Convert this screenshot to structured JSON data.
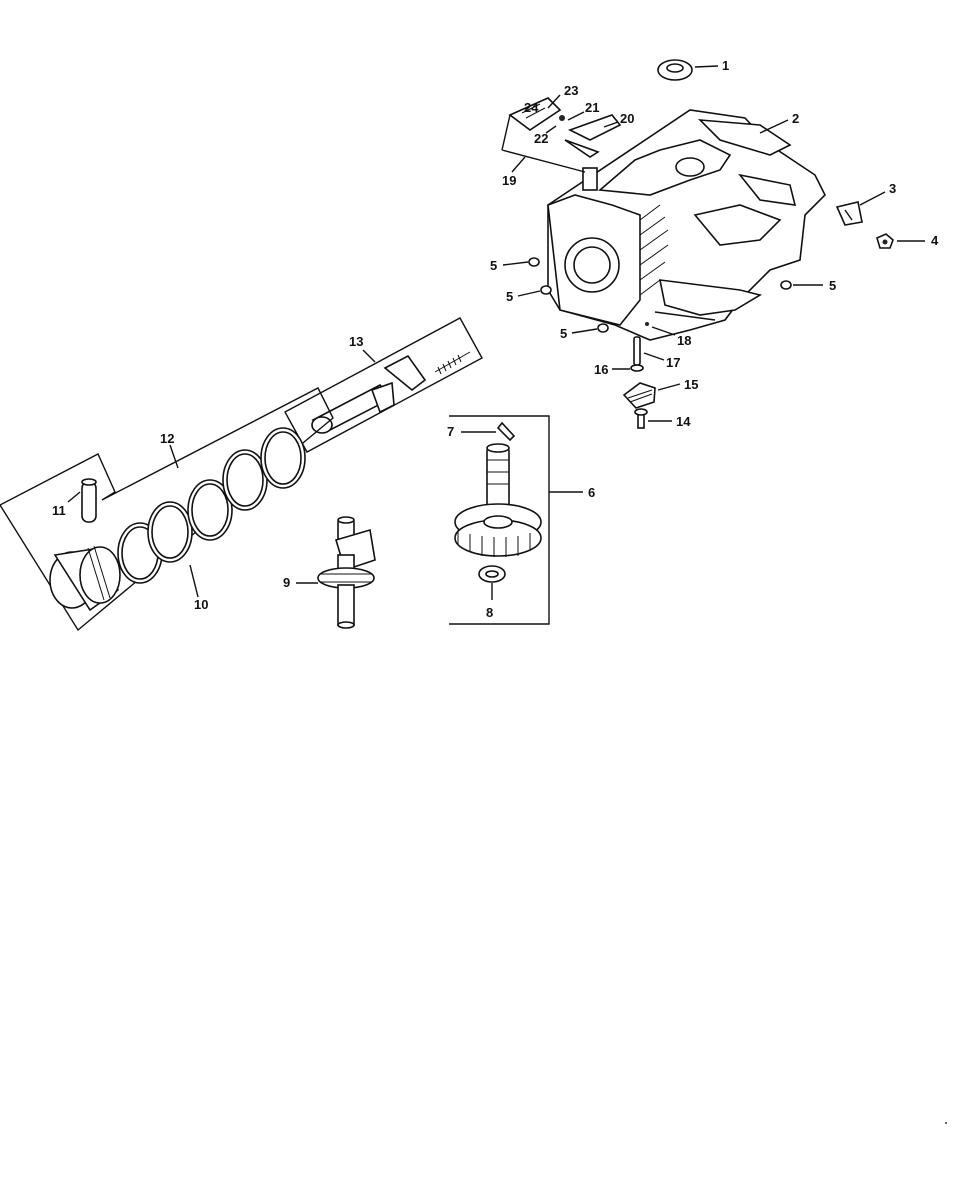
{
  "header": {
    "text": ""
  },
  "callouts": {
    "c1": "1",
    "c2": "2",
    "c3": "3",
    "c4": "4",
    "c5a": "5",
    "c5b": "5",
    "c5c": "5",
    "c5d": "5",
    "c6": "6",
    "c7": "7",
    "c8": "8",
    "c9": "9",
    "c10": "10",
    "c11": "11",
    "c12": "12",
    "c13": "13",
    "c14": "14",
    "c15": "15",
    "c16": "16",
    "c17": "17",
    "c18": "18",
    "c19": "19",
    "c20": "20",
    "c21": "21",
    "c22": "22",
    "c23": "23",
    "c24": "24"
  }
}
